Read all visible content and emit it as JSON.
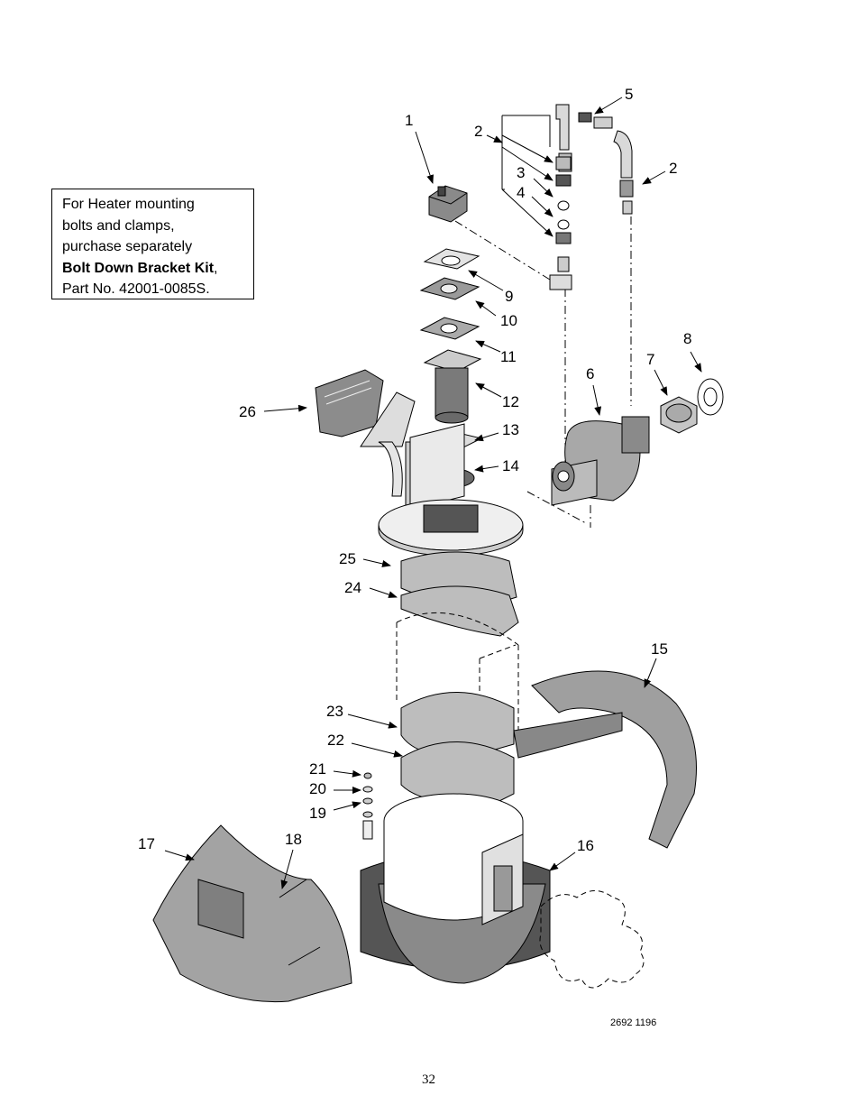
{
  "note": {
    "line1": "For Heater mounting",
    "line2": "bolts and clamps,",
    "line3": "purchase separately",
    "line4_bold": "Bolt Down Bracket Kit",
    "line4_rest": ",",
    "line5": "Part No. 42001-0085S."
  },
  "callouts": [
    "1",
    "2",
    "2",
    "3",
    "4",
    "5",
    "6",
    "7",
    "8",
    "9",
    "10",
    "11",
    "12",
    "13",
    "14",
    "15",
    "16",
    "17",
    "18",
    "19",
    "20",
    "21",
    "22",
    "23",
    "24",
    "25",
    "26"
  ],
  "figure_id": "2692 1196",
  "page_number": "32"
}
